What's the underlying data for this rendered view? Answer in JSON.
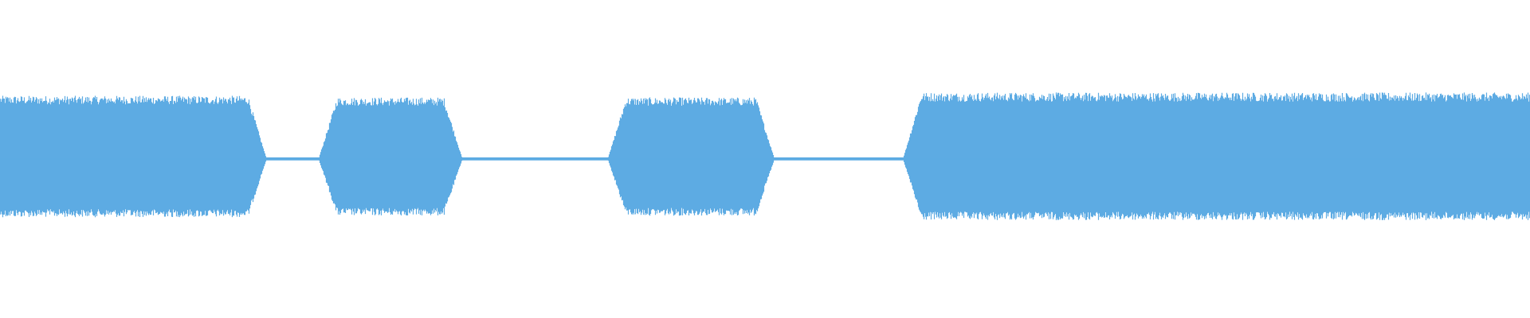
{
  "waveform": {
    "color": "#5dabe3",
    "segments": [
      {
        "start": 0.0,
        "end": 0.168,
        "amplitude": 0.78
      },
      {
        "start": 0.214,
        "end": 0.296,
        "amplitude": 0.76
      },
      {
        "start": 0.403,
        "end": 0.5,
        "amplitude": 0.76
      },
      {
        "start": 0.596,
        "end": 1.0,
        "amplitude": 0.82
      }
    ],
    "silence_amplitude": 0.02
  }
}
